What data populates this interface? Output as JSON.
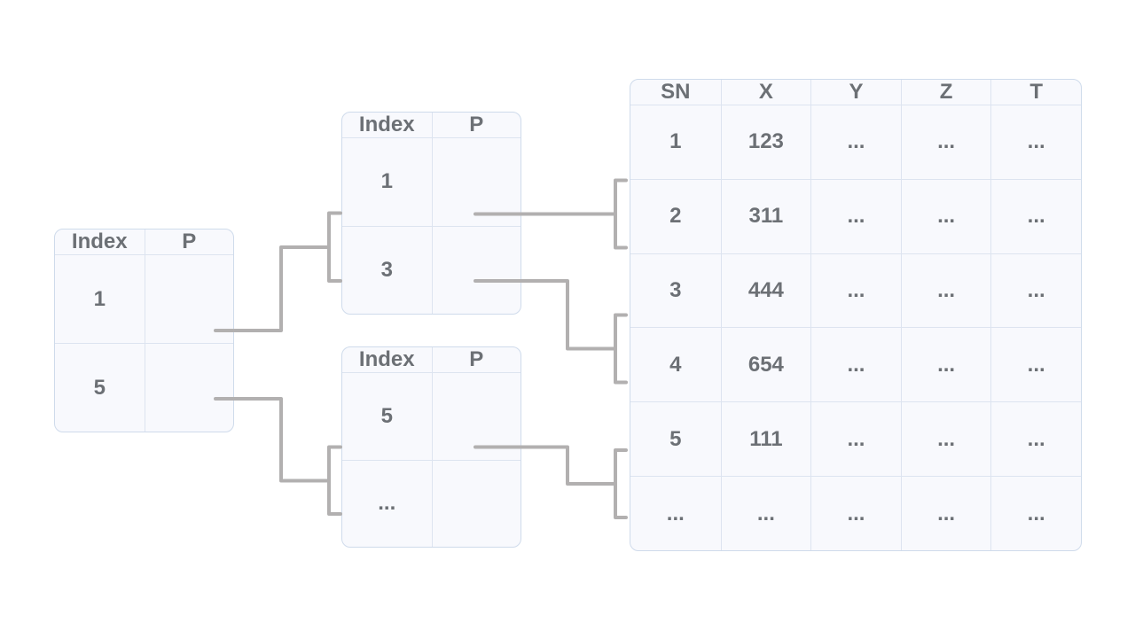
{
  "styles": {
    "table_fill": "#f8f9fd",
    "table_border": "#dde4f0",
    "table_border_outer": "#cfdbeb",
    "text_color": "#6c7075",
    "connector_color": "#b2b0b0"
  },
  "tables": {
    "outer_index": {
      "headers": [
        "Index",
        "P"
      ],
      "rows": [
        [
          "1",
          ""
        ],
        [
          "5",
          ""
        ]
      ]
    },
    "inner_index_top": {
      "headers": [
        "Index",
        "P"
      ],
      "rows": [
        [
          "1",
          ""
        ],
        [
          "3",
          ""
        ]
      ]
    },
    "inner_index_bottom": {
      "headers": [
        "Index",
        "P"
      ],
      "rows": [
        [
          "5",
          ""
        ],
        [
          "...",
          ""
        ]
      ]
    },
    "data_table": {
      "headers": [
        "SN",
        "X",
        "Y",
        "Z",
        "T"
      ],
      "rows": [
        [
          "1",
          "123",
          "...",
          "...",
          "..."
        ],
        [
          "2",
          "311",
          "...",
          "...",
          "..."
        ],
        [
          "3",
          "444",
          "...",
          "...",
          "..."
        ],
        [
          "4",
          "654",
          "...",
          "...",
          "..."
        ],
        [
          "5",
          "111",
          "...",
          "...",
          "..."
        ],
        [
          "...",
          "...",
          "...",
          "...",
          "..."
        ]
      ]
    }
  },
  "links": [
    {
      "from": "outer_index row 1",
      "to": "inner_index_top rows 1 and 3"
    },
    {
      "from": "outer_index row 5",
      "to": "inner_index_bottom rows 5 and ..."
    },
    {
      "from": "inner_index_top row 1",
      "to": "data_table rows 1 and 2"
    },
    {
      "from": "inner_index_top row 3",
      "to": "data_table rows 3 and 4"
    },
    {
      "from": "inner_index_bottom row 5",
      "to": "data_table rows 5 and ..."
    }
  ]
}
